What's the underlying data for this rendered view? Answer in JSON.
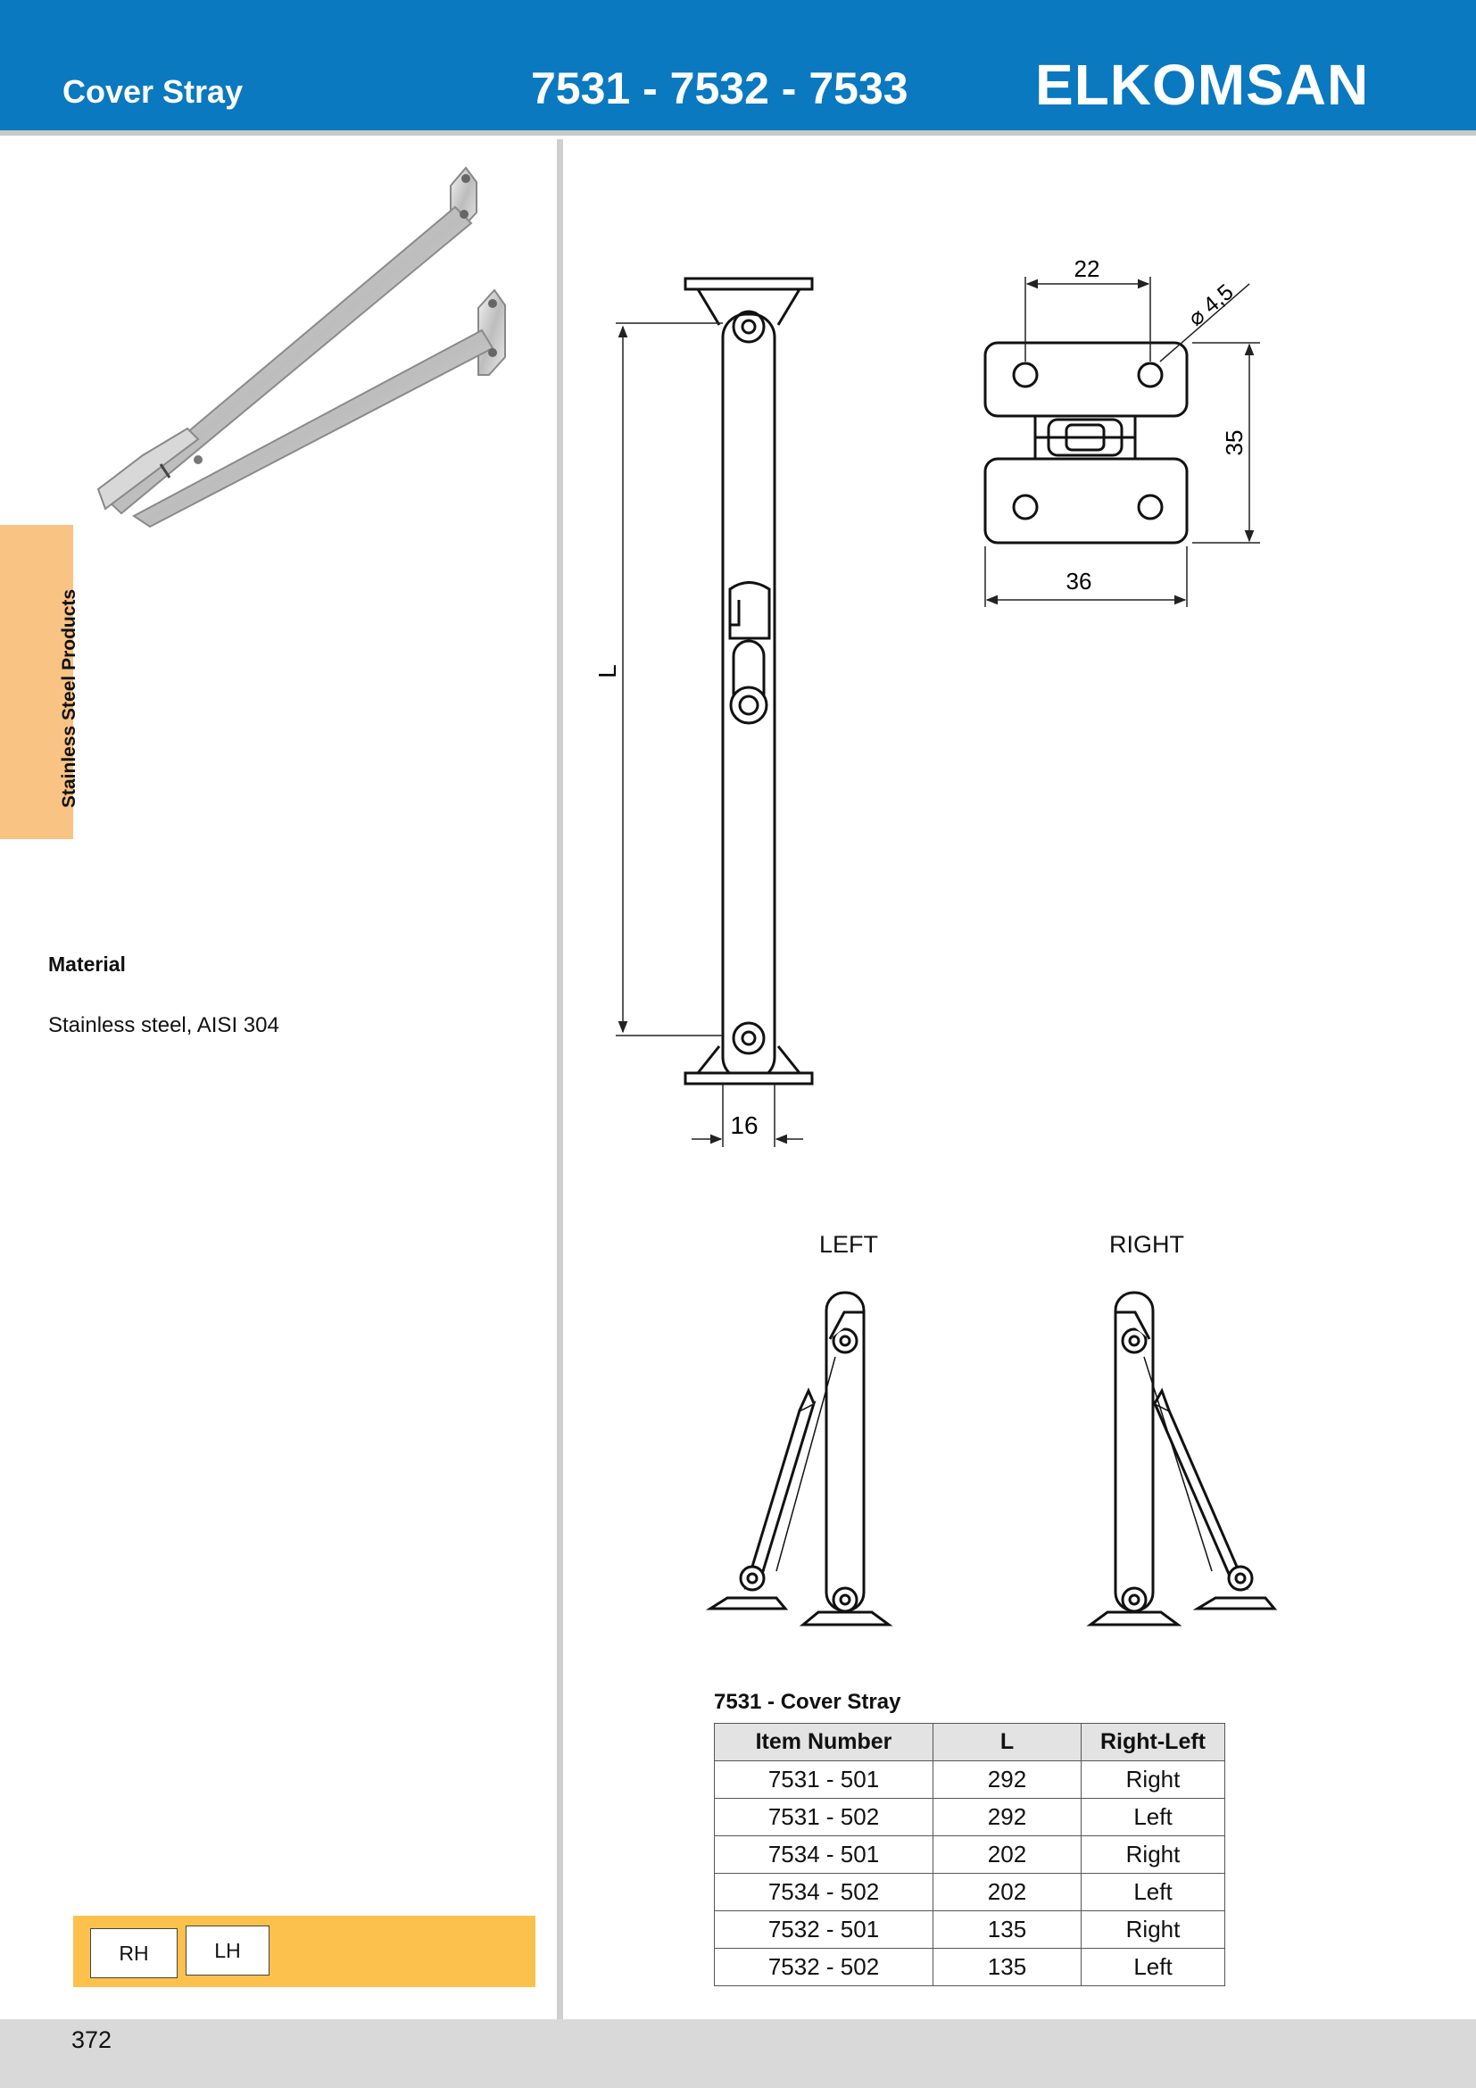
{
  "header": {
    "title": "Cover Stray",
    "codes": "7531 - 7532 - 7533",
    "brand": "ELKOMSAN"
  },
  "side_tab": "Stainless Steel Products",
  "material": {
    "label": "Material",
    "value": "Stainless steel, AISI 304"
  },
  "drawing": {
    "dim_length": "L",
    "dim_width": "16",
    "dim_hole_spacing": "22",
    "dim_hole_diameter": "⌀ 4,5",
    "dim_height": "35",
    "dim_plate_width": "36",
    "view_left": "LEFT",
    "view_right": "RIGHT"
  },
  "table": {
    "title": "7531 - Cover Stray",
    "columns": [
      "Item Number",
      "L",
      "Right-Left"
    ],
    "rows": [
      [
        "7531 - 501",
        "292",
        "Right"
      ],
      [
        "7531 - 502",
        "292",
        "Left"
      ],
      [
        "7534 - 501",
        "202",
        "Right"
      ],
      [
        "7534 - 502",
        "202",
        "Left"
      ],
      [
        "7532 - 501",
        "135",
        "Right"
      ],
      [
        "7532 - 502",
        "135",
        "Left"
      ]
    ]
  },
  "hand_options": [
    "RH",
    "LH"
  ],
  "page_number": "372",
  "colors": {
    "header_blue": "#0a79bf",
    "side_tab": "#f9c384",
    "hand_bar": "#fcc14c",
    "footer": "#d9d9d9"
  }
}
